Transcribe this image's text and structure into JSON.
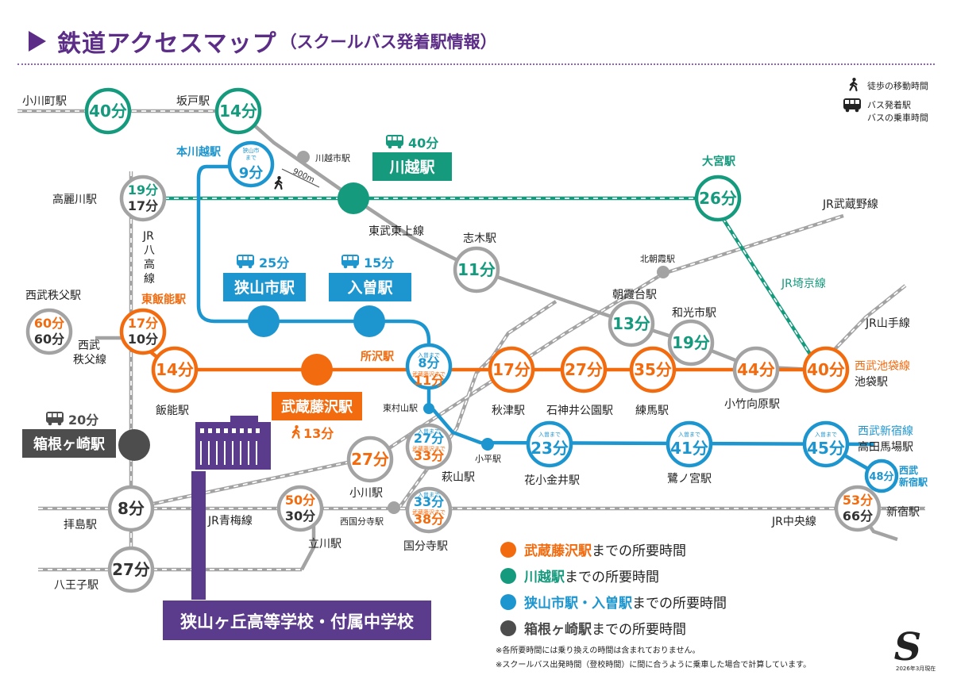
{
  "title": {
    "main": "鉄道アクセスマップ",
    "sub": "（スクールバス発着駅情報）"
  },
  "legend_top": {
    "walk": "徒歩の移動時間",
    "bus_line1": "バス発着駅",
    "bus_line2": "バスの乗車時間"
  },
  "colors": {
    "orange": "#f26b0f",
    "teal": "#169a7e",
    "blue": "#1d96cf",
    "gray": "#9b9b9b",
    "dark": "#4d4d4d",
    "purple": "#5b3b8c"
  },
  "hubs": {
    "kawagoe": {
      "name": "川越駅",
      "bus": "40分"
    },
    "sayamashi": {
      "name": "狭山市駅",
      "bus": "25分"
    },
    "iriso": {
      "name": "入曽駅",
      "bus": "15分"
    },
    "musashifujisawa": {
      "name": "武蔵藤沢駅",
      "walk": "13分"
    },
    "hakonegasaki": {
      "name": "箱根ヶ崎駅",
      "bus": "20分"
    },
    "school": "狭山ヶ丘高等学校・付属中学校"
  },
  "stations": {
    "ogawamachi": "小川町駅",
    "sakado": "坂戸駅",
    "kawagoeshi": "川越市駅",
    "honkawagoe": "本川越駅",
    "komagawa": "高麗川駅",
    "omiya": "大宮駅",
    "shiki": "志木駅",
    "kitaasaka": "北朝霞駅",
    "asakadai": "朝霞台駅",
    "wakoshi": "和光市駅",
    "chichibu": "西武秩父駅",
    "higashihanno": "東飯能駅",
    "hanno": "飯能駅",
    "tokorozawa": "所沢駅",
    "akitsu": "秋津駅",
    "shakujii": "石神井公園駅",
    "nerima": "練馬駅",
    "kotakemukaihara": "小竹向原駅",
    "ikebukuro": "池袋駅",
    "higashimurayama": "東村山駅",
    "kodaira": "小平駅",
    "hanakoganei": "花小金井駅",
    "saginomiya": "鷺ノ宮駅",
    "takadanobaba": "高田馬場駅",
    "seibushinjuku_1": "西武",
    "seibushinjuku_2": "新宿駅",
    "ogawa": "小川駅",
    "haginoyama": "萩山駅",
    "haijima": "拝島駅",
    "nishikokubunji": "西国分寺駅",
    "kokubunji": "国分寺駅",
    "tachikawa": "立川駅",
    "shinjuku": "新宿駅",
    "hachioji": "八王子駅"
  },
  "lines": {
    "tobutojo": "東武東上線",
    "jrmusashino": "JR武蔵野線",
    "jrsaikyo": "JR埼京線",
    "jryamanote": "JR山手線",
    "seibuikebukuro": "西武池袋線",
    "seibushinjuku": "西武新宿線",
    "seibuchichibu_1": "西武",
    "seibuchichibu_2": "秩父線",
    "jrhachiko_1": "JR",
    "jrhachiko_2": "八",
    "jrhachiko_3": "高",
    "jrhachiko_4": "線",
    "jrome": "JR青梅線",
    "jrchuo": "JR中央線"
  },
  "times": {
    "ogawamachi": "40分",
    "sakado": "14分",
    "komagawa_a": "19分",
    "komagawa_b": "17分",
    "omiya": "26分",
    "shiki": "11分",
    "asakadai": "13分",
    "wakoshi": "19分",
    "chichibu_a": "60分",
    "chichibu_b": "60分",
    "higashihanno_a": "17分",
    "higashihanno_b": "10分",
    "hanno": "14分",
    "tokorozawa_a": "8分",
    "tokorozawa_b": "11分",
    "akitsu": "17分",
    "shakujii": "27分",
    "nerima": "35分",
    "kotakemukaihara": "44分",
    "ikebukuro": "40分",
    "haginoyama_a": "27分",
    "haginoyama_b": "33分",
    "hanakoganei": "23分",
    "saginomiya": "41分",
    "takadanobaba": "45分",
    "seibushinjuku": "48分",
    "ogawa": "27分",
    "haijima": "8分",
    "tachikawa_a": "50分",
    "tachikawa_b": "30分",
    "kokubunji_a": "33分",
    "kokubunji_b": "38分",
    "shinjuku_a": "53分",
    "shinjuku_b": "66分",
    "hachioji": "27分",
    "honkawagoe": "9分"
  },
  "small_labels": {
    "sayama_made_1": "狭山市",
    "sayama_made_2": "まで",
    "iriso_made": "入曽まで",
    "fujisawa_made": "武蔵藤沢まで",
    "distance": "900m"
  },
  "legend": [
    {
      "color": "#f26b0f",
      "name": "武蔵藤沢駅",
      "rest": "までの所要時間"
    },
    {
      "color": "#169a7e",
      "name": "川越駅",
      "rest": "までの所要時間"
    },
    {
      "color": "#1d96cf",
      "name": "狭山市駅・入曽駅",
      "rest": "までの所要時間"
    },
    {
      "color": "#4d4d4d",
      "name": "箱根ヶ崎駅",
      "rest": "までの所要時間"
    }
  ],
  "notes": [
    "※各所要時間には乗り換えの時間は含まれておりません。",
    "※スクールバス出発時間（登校時間）に間に合うように乗車した場合で計算しています。"
  ],
  "date": "2026年3月現在",
  "logo_text": "S"
}
